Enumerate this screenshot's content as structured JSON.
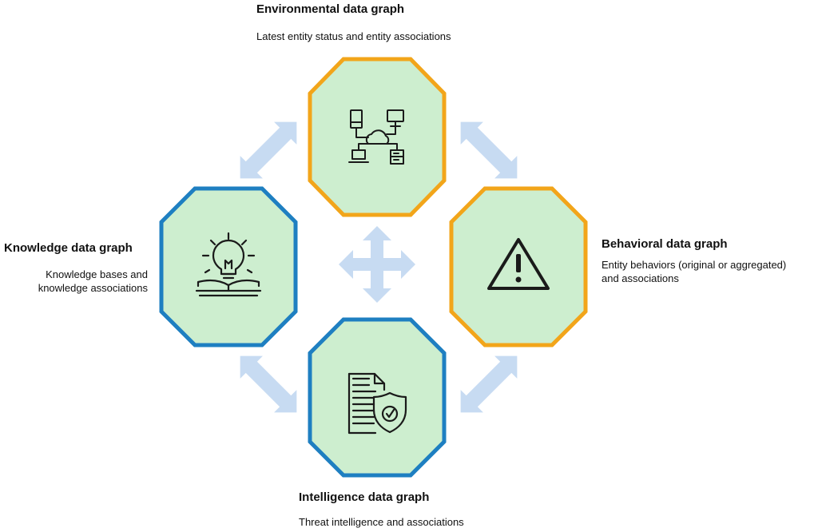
{
  "colors": {
    "orange_border": "#f2a51a",
    "blue_border": "#1e7fc1",
    "hex_fill": "#cdeecf",
    "arrow_fill": "#c7dbf2",
    "icon_stroke": "#1a1a1a"
  },
  "nodes": {
    "environmental": {
      "title": "Environmental data graph",
      "description": "Latest entity status and entity associations",
      "icon": "network-cloud-icon"
    },
    "knowledge": {
      "title": "Knowledge data graph",
      "description_line1": "Knowledge bases and",
      "description_line2": "knowledge associations",
      "icon": "lightbulb-book-icon"
    },
    "behavioral": {
      "title": "Behavioral data graph",
      "description_line1": "Entity behaviors (original or aggregated)",
      "description_line2": "and associations",
      "icon": "warning-icon"
    },
    "intelligence": {
      "title": "Intelligence data graph",
      "description": "Threat intelligence and associations",
      "icon": "document-shield-icon"
    }
  }
}
